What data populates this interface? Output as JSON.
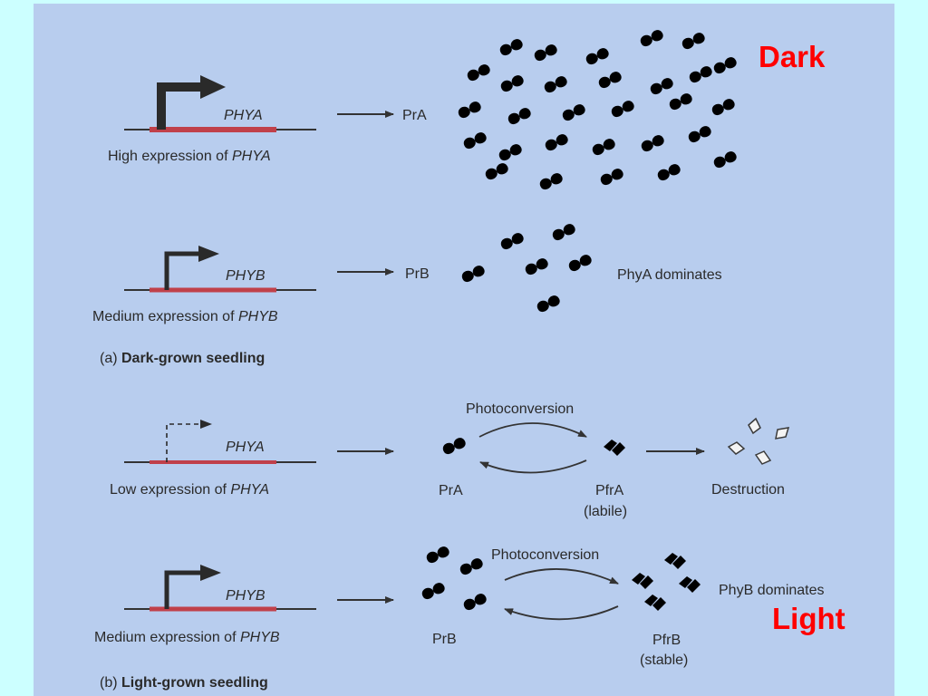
{
  "labels": {
    "dark": "Dark",
    "light": "Light"
  },
  "dark_section": {
    "caption_prefix": "(a) ",
    "caption": "Dark-grown seedling",
    "phya": {
      "gene": "PHYA",
      "expression_prefix": "High expression of ",
      "expression_gene": "PHYA",
      "product": "PrA"
    },
    "phyb": {
      "gene": "PHYB",
      "expression_prefix": "Medium expression of ",
      "expression_gene": "PHYB",
      "product": "PrB",
      "note": "PhyA dominates"
    }
  },
  "light_section": {
    "caption_prefix": "(b) ",
    "caption": "Light-grown seedling",
    "phya": {
      "gene": "PHYA",
      "expression_prefix": "Low expression of ",
      "expression_gene": "PHYA",
      "reactant": "PrA",
      "cycle_label": "Photoconversion",
      "product": "PfrA",
      "product_note": "(labile)",
      "fate": "Destruction"
    },
    "phyb": {
      "gene": "PHYB",
      "expression_prefix": "Medium expression of ",
      "expression_gene": "PHYB",
      "reactant": "PrB",
      "cycle_label": "Photoconversion",
      "product": "PfrB",
      "product_note": "(stable)",
      "note": "PhyB dominates"
    }
  }
}
